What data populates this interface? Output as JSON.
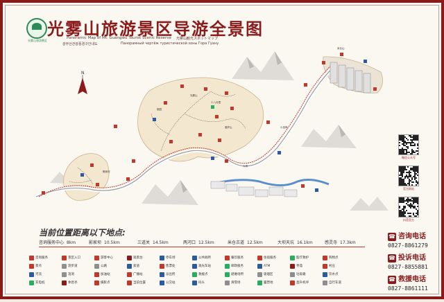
{
  "header": {
    "logo_caption": "光雾山旅游景区",
    "title": "光雾山旅游景区导游全景图",
    "subtitle_en": "Panoramic Map of Mt. Guangwu Tourist Scenic Reserve",
    "subtitle_jp": "光雾山観光スポットマップ",
    "subtitle_ko": "광무산관광풍경구안내도",
    "subtitle_ru": "Панорамный чертёж туристической зоны Гора Гуану"
  },
  "compass": {
    "label": "N"
  },
  "distances": {
    "title": "当前位置距离以下地点:",
    "items": [
      {
        "name": "咨询服务中心",
        "km": "8km"
      },
      {
        "name": "影家坝",
        "km": "10.5km"
      },
      {
        "name": "三道关",
        "km": "14.5km"
      },
      {
        "name": "两河口",
        "km": "12.5km"
      },
      {
        "name": "米仓古道",
        "km": "12.5km"
      },
      {
        "name": "大坝天坑",
        "km": "16.1km"
      },
      {
        "name": "感灵寺",
        "km": "17.3km"
      }
    ]
  },
  "legend": {
    "items": [
      {
        "label": "咨询服务",
        "color": "#c0392b"
      },
      {
        "label": "景区入口",
        "color": "#c0392b"
      },
      {
        "label": "游客中心",
        "color": "#c0392b"
      },
      {
        "label": "观景台",
        "color": "#8b1a1a"
      },
      {
        "label": "停车场",
        "color": "#2c5aa0"
      },
      {
        "label": "公共厕所",
        "color": "#2c5aa0"
      },
      {
        "label": "餐饮服务",
        "color": "#c0392b"
      },
      {
        "label": "住宿服务",
        "color": "#c0392b"
      },
      {
        "label": "医疗救护",
        "color": "#27ae60"
      },
      {
        "label": "购物点",
        "color": "#c0392b"
      },
      {
        "label": "景点",
        "color": "#c0392b"
      },
      {
        "label": "游步道",
        "color": "#8e8e8e"
      },
      {
        "label": "公路",
        "color": "#8e8e8e"
      },
      {
        "label": "索道",
        "color": "#2c5aa0"
      },
      {
        "label": "售票处",
        "color": "#c0392b"
      },
      {
        "label": "观光车站",
        "color": "#2c5aa0"
      },
      {
        "label": "邮政服务",
        "color": "#27ae60"
      },
      {
        "label": "ATM",
        "color": "#2c5aa0"
      },
      {
        "label": "寺庙",
        "color": "#8b1a1a"
      },
      {
        "label": "村庄",
        "color": "#c0392b"
      },
      {
        "label": "河流",
        "color": "#2c5aa0"
      },
      {
        "label": "溶洞",
        "color": "#8e8e8e"
      },
      {
        "label": "加油站",
        "color": "#c0392b"
      },
      {
        "label": "广播站",
        "color": "#c0392b"
      },
      {
        "label": "派出所",
        "color": "#2c5aa0"
      },
      {
        "label": "救援点",
        "color": "#27ae60"
      },
      {
        "label": "避难场所",
        "color": "#27ae60"
      },
      {
        "label": "吸烟区",
        "color": "#8e8e8e"
      },
      {
        "label": "垃圾箱",
        "color": "#8e8e8e"
      },
      {
        "label": "饮水点",
        "color": "#2c5aa0"
      },
      {
        "label": "充电桩",
        "color": "#27ae60"
      },
      {
        "label": "休息亭",
        "color": "#8b1a1a"
      },
      {
        "label": "摄影点",
        "color": "#c0392b"
      },
      {
        "label": "当前位置",
        "color": "#c0392b"
      },
      {
        "label": "公交站",
        "color": "#2c5aa0"
      },
      {
        "label": "码头",
        "color": "#2c5aa0"
      },
      {
        "label": "滑雪场",
        "color": "#8e8e8e"
      },
      {
        "label": "露营地",
        "color": "#27ae60"
      },
      {
        "label": "直升机坪",
        "color": "#c0392b"
      },
      {
        "label": "自行车道",
        "color": "#8e8e8e"
      }
    ]
  },
  "qr_codes": [
    {
      "caption": "微信公众号"
    },
    {
      "caption": "官方网站"
    },
    {
      "caption": "抖音官方"
    }
  ],
  "phones": [
    {
      "title": "咨询电话",
      "number": "0827-8861279"
    },
    {
      "title": "投诉电话",
      "number": "0827-8855881"
    },
    {
      "title": "救援电话",
      "number": "0827-8861111"
    }
  ],
  "colors": {
    "brand": "#8b1a1a",
    "map_terrain": "#f4e7cf",
    "route": "#c0392b",
    "road": "#8e8e8e",
    "river": "#5b8fc9"
  },
  "map_tags": [
    "光雾山",
    "桃园",
    "十八月潭",
    "香炉山",
    "大坝",
    "焦家河",
    "小巫峡",
    "米仓山"
  ]
}
